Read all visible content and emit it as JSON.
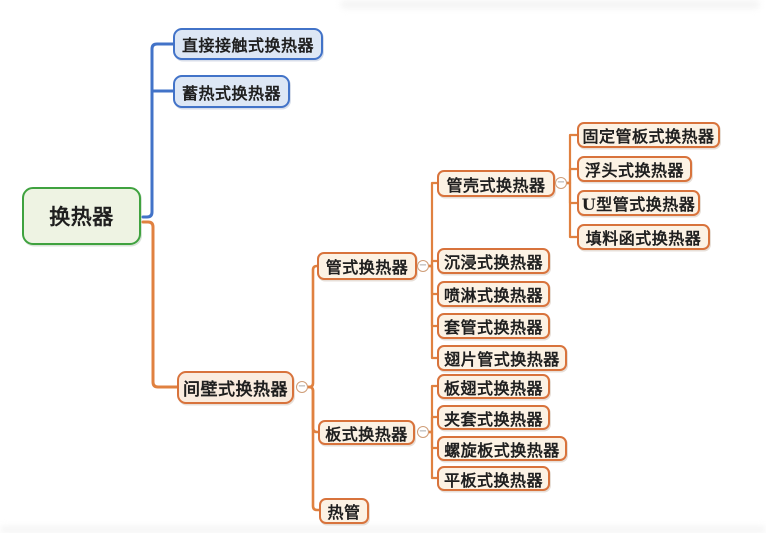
{
  "diagram_type": "mindmap",
  "colors": {
    "root_border": "#3fa23f",
    "root_fill": "#eef3e3",
    "blue_border": "#4273c8",
    "blue_fill": "#dde7f5",
    "orange_border": "#d8733c",
    "orange_fill": "#fcf2e4",
    "line_blue": "#4273c8",
    "line_orange": "#e08140",
    "text": "#1f1f1f"
  },
  "ui": {
    "collapse_symbol": "−"
  },
  "tree": {
    "root": {
      "label": "换热器",
      "children": [
        {
          "label": "直接接触式换热器",
          "children": []
        },
        {
          "label": "蓄热式换热器",
          "children": []
        },
        {
          "label": "间壁式换热器",
          "children": [
            {
              "label": "管式换热器",
              "children": [
                {
                  "label": "管壳式换热器",
                  "children": [
                    {
                      "label": "固定管板式换热器"
                    },
                    {
                      "label": "浮头式换热器"
                    },
                    {
                      "label": "U型管式换热器"
                    },
                    {
                      "label": "填料函式换热器"
                    }
                  ]
                },
                {
                  "label": "沉浸式换热器"
                },
                {
                  "label": "喷淋式换热器"
                },
                {
                  "label": "套管式换热器"
                },
                {
                  "label": "翅片管式换热器"
                }
              ]
            },
            {
              "label": "板式换热器",
              "children": [
                {
                  "label": "板翅式换热器"
                },
                {
                  "label": "夹套式换热器"
                },
                {
                  "label": "螺旋板式换热器"
                },
                {
                  "label": "平板式换热器"
                }
              ]
            },
            {
              "label": "热管",
              "children": []
            }
          ]
        }
      ]
    }
  }
}
